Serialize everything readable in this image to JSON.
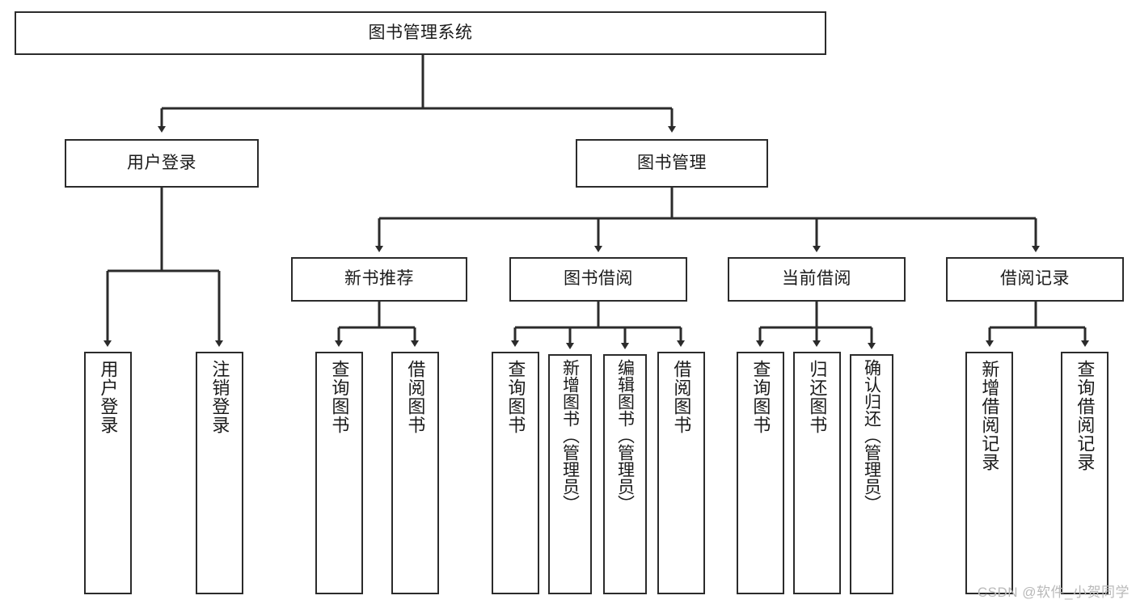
{
  "diagram": {
    "title": "图书管理系统",
    "type": "hierarchy-tree",
    "watermark": "CSDN @软件_小贺同学",
    "root": {
      "label": "图书管理系统"
    },
    "level2": [
      {
        "label": "用户登录"
      },
      {
        "label": "图书管理"
      }
    ],
    "level3": [
      {
        "label": "新书推荐"
      },
      {
        "label": "图书借阅"
      },
      {
        "label": "当前借阅"
      },
      {
        "label": "借阅记录"
      }
    ],
    "leaves": {
      "user_login": [
        {
          "label": "用户登录"
        },
        {
          "label": "注销登录"
        }
      ],
      "new_book": [
        {
          "label": "查询图书"
        },
        {
          "label": "借阅图书"
        }
      ],
      "book_borrow": [
        {
          "label": "查询图书"
        },
        {
          "label": "新增图书（管理员）"
        },
        {
          "label": "编辑图书（管理员）"
        },
        {
          "label": "借阅图书"
        }
      ],
      "current_borrow": [
        {
          "label": "查询图书"
        },
        {
          "label": "归还图书"
        },
        {
          "label": "确认归还（管理员）"
        }
      ],
      "borrow_record": [
        {
          "label": "新增借阅记录"
        },
        {
          "label": "查询借阅记录"
        }
      ]
    }
  }
}
